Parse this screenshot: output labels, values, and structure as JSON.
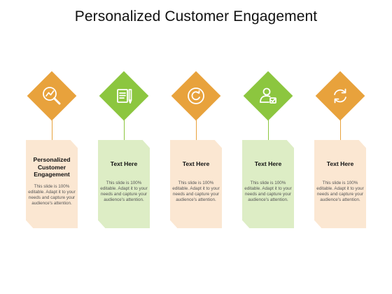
{
  "title": "Personalized  Customer  Engagement",
  "colors": {
    "orange": "#E8A23C",
    "green": "#8CC63F",
    "card_orange": "#FBE7D2",
    "card_green": "#DDEDC5"
  },
  "items": [
    {
      "icon": "magnifier-chart-icon",
      "color": "orange",
      "title": "Personalized Customer Engagement",
      "body": "This slide is 100% editable. Adapt it to your needs and capture your audience's attention."
    },
    {
      "icon": "notebook-pen-icon",
      "color": "green",
      "title": "Text Here",
      "body": "This slide is 100% editable. Adapt it to your needs and capture your audience's attention."
    },
    {
      "icon": "circular-arrow-icon",
      "color": "orange",
      "title": "Text Here",
      "body": "This slide is 100% editable. Adapt it to your needs and capture your audience's attention."
    },
    {
      "icon": "user-check-icon",
      "color": "green",
      "title": "Text Here",
      "body": "This slide is 100% editable. Adapt it to your needs and capture your audience's attention."
    },
    {
      "icon": "refresh-icon",
      "color": "orange",
      "title": "Text Here",
      "body": "This slide is 100% editable. Adapt it to your needs and capture your audience's attention."
    }
  ]
}
